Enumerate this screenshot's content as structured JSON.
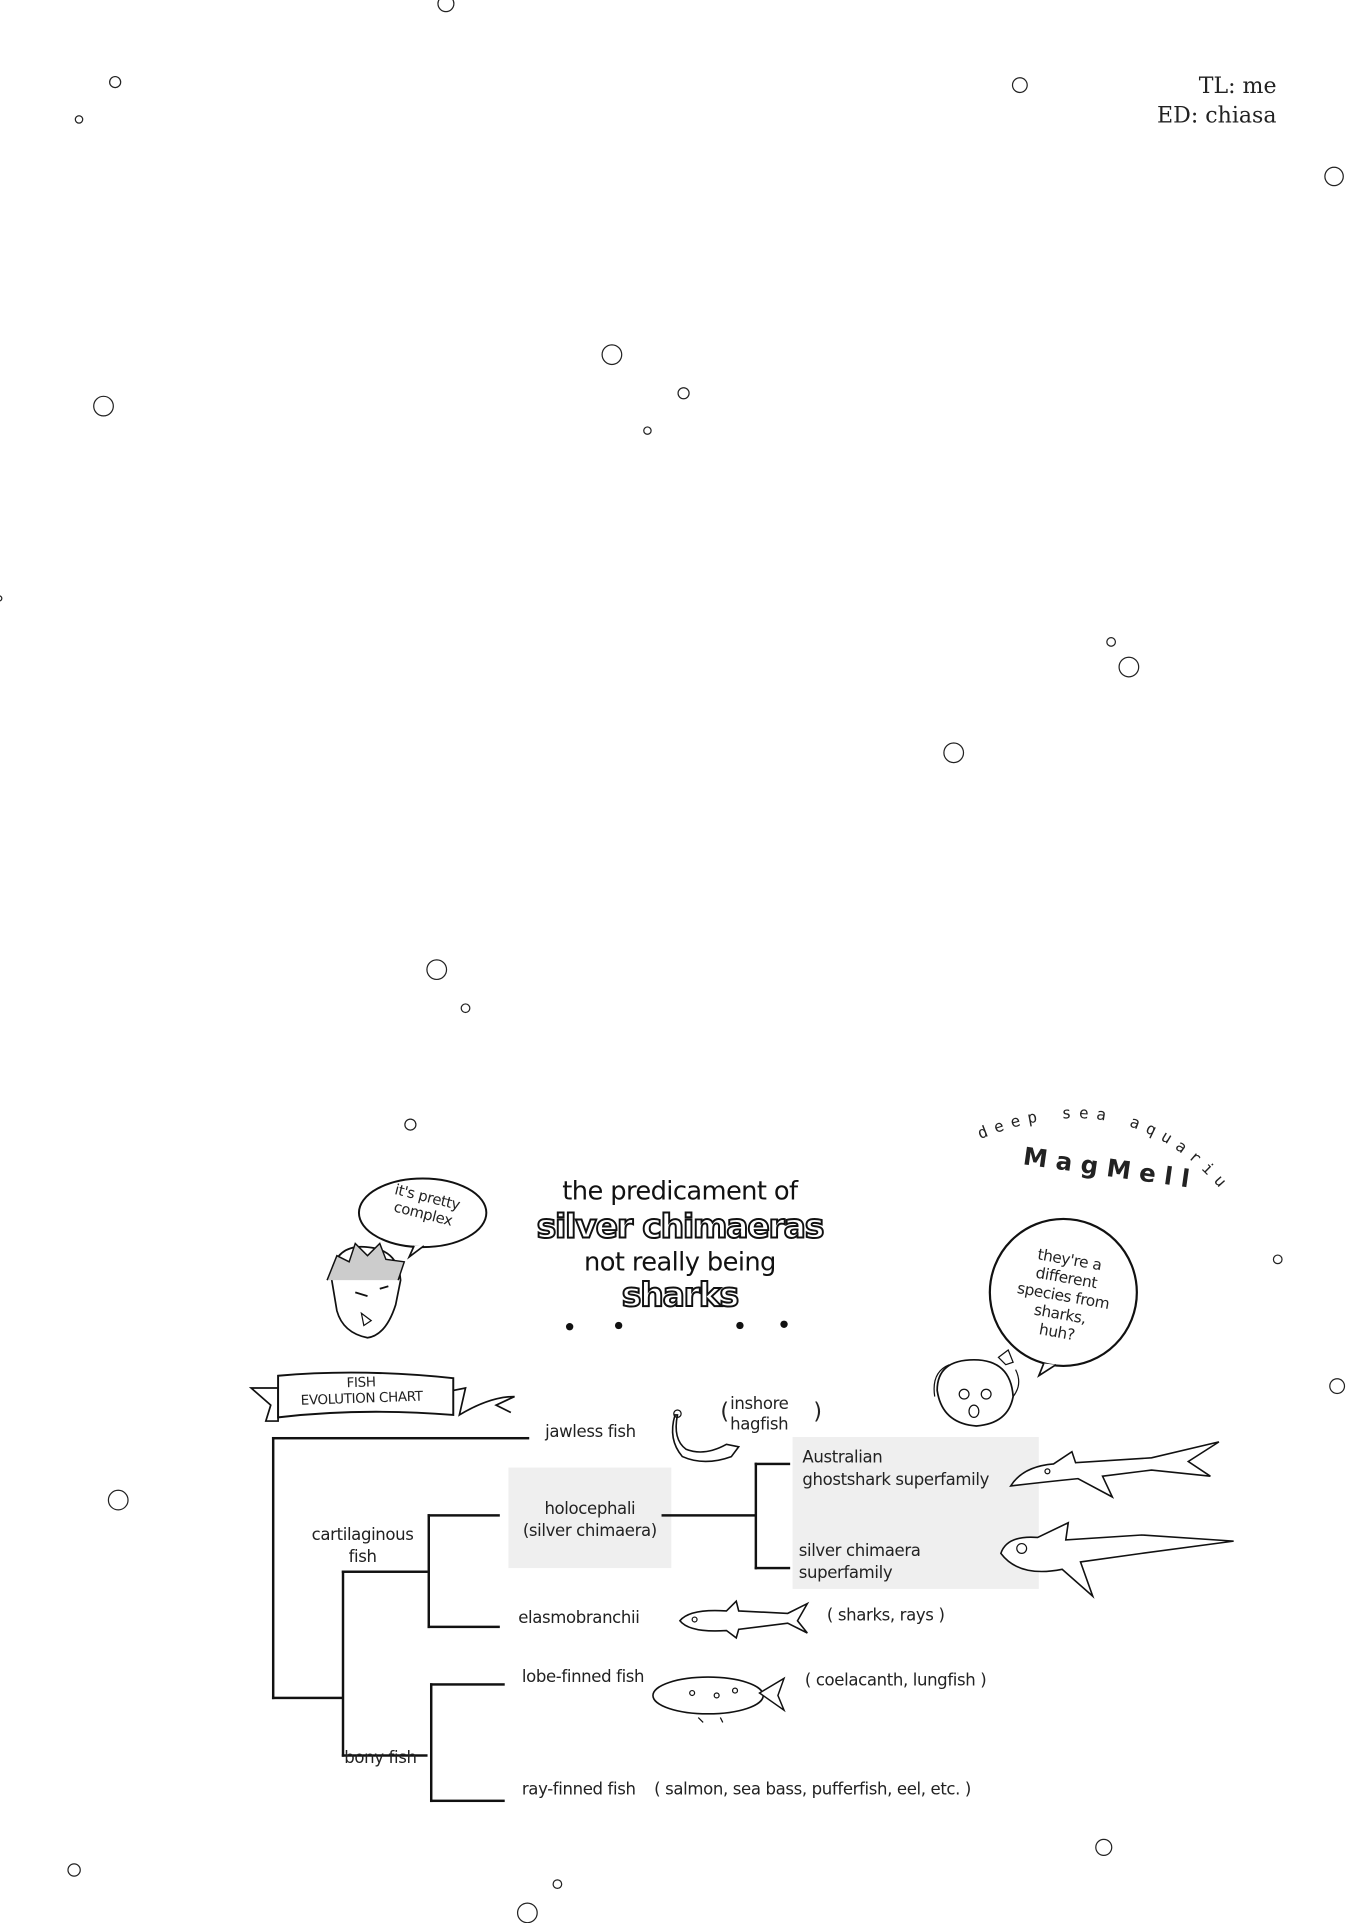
{
  "credits": {
    "tl": "TL: me",
    "ed": "ED: chiasa"
  },
  "header": {
    "line1": "the predicament of",
    "line2": "silver chimaeras",
    "line3": "not really being",
    "line4": "sharks"
  },
  "logo": {
    "tagline": "deep sea aquarium",
    "name": "MagMell"
  },
  "speech": {
    "left": [
      "it's pretty",
      "complex"
    ],
    "right": [
      "they're a",
      "different",
      "species from",
      "sharks,",
      "huh?"
    ]
  },
  "chart": {
    "banner": [
      "FISH",
      "EVOLUTION CHART"
    ],
    "nodes": {
      "jawless": "jawless fish",
      "hagfish": [
        "inshore",
        "hagfish"
      ],
      "cartilaginous": [
        "cartilaginous",
        "fish"
      ],
      "holocephali": [
        "holocephali",
        "(silver chimaera)"
      ],
      "australian": [
        "Australian",
        "ghostshark superfamily"
      ],
      "silver": [
        "silver chimaera",
        "superfamily"
      ],
      "elasmo": "elasmobranchii",
      "elasmo_examples": "( sharks, rays )",
      "lobe": "lobe-finned fish",
      "lobe_examples": "( coelacanth, lungfish )",
      "bony": "bony fish",
      "ray": "ray-finned fish",
      "ray_examples": "( salmon, sea bass, pufferfish, eel, etc. )"
    }
  }
}
